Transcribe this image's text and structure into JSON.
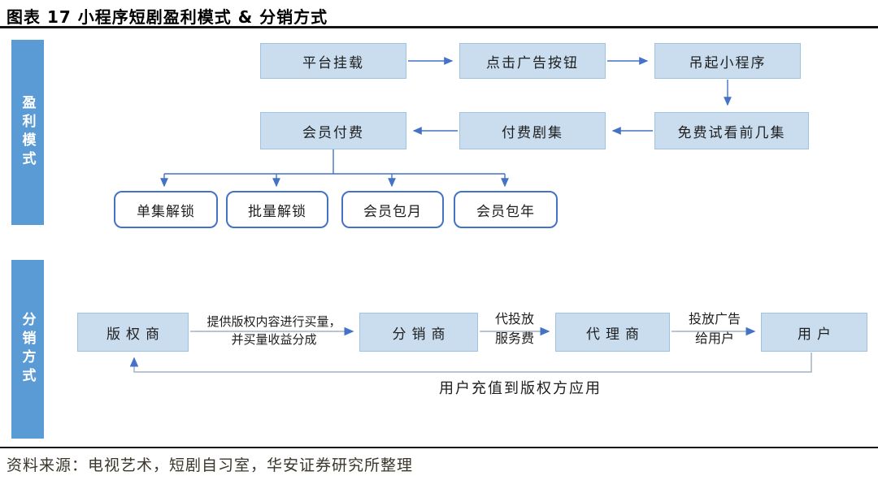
{
  "figure": {
    "title": "图表 17 小程序短剧盈利模式 & 分销方式",
    "source": "资料来源：电视艺术，短剧自习室，华安证券研究所整理"
  },
  "colors": {
    "node_fill": "#C9DDEF",
    "node_border": "#9FC3E2",
    "bar_fill": "#5B9BD5",
    "accent": "#4472C4",
    "connector": "#A3B2C6",
    "text": "#1d1d1d"
  },
  "profit_section": {
    "bar_label": "盈利模式",
    "flow_row1": [
      {
        "label": "平台挂载"
      },
      {
        "label": "点击广告按钮"
      },
      {
        "label": "吊起小程序"
      }
    ],
    "flow_row2": [
      {
        "label": "会员付费"
      },
      {
        "label": "付费剧集"
      },
      {
        "label": "免费试看前几集"
      }
    ],
    "pay_options": [
      {
        "label": "单集解锁"
      },
      {
        "label": "批量解锁"
      },
      {
        "label": "会员包月"
      },
      {
        "label": "会员包年"
      }
    ]
  },
  "distribution_section": {
    "bar_label": "分销方式",
    "chain": [
      {
        "label": "版权商"
      },
      {
        "label": "分销商"
      },
      {
        "label": "代理商"
      },
      {
        "label": "用户"
      }
    ],
    "edge_labels": {
      "provide_line1": "提供版权内容进行买量，",
      "provide_line2": "并买量收益分成",
      "agency_line1": "代投放",
      "agency_line2": "服务费",
      "ads_line1": "投放广告",
      "ads_line2": "给用户",
      "recharge": "用户充值到版权方应用"
    }
  }
}
